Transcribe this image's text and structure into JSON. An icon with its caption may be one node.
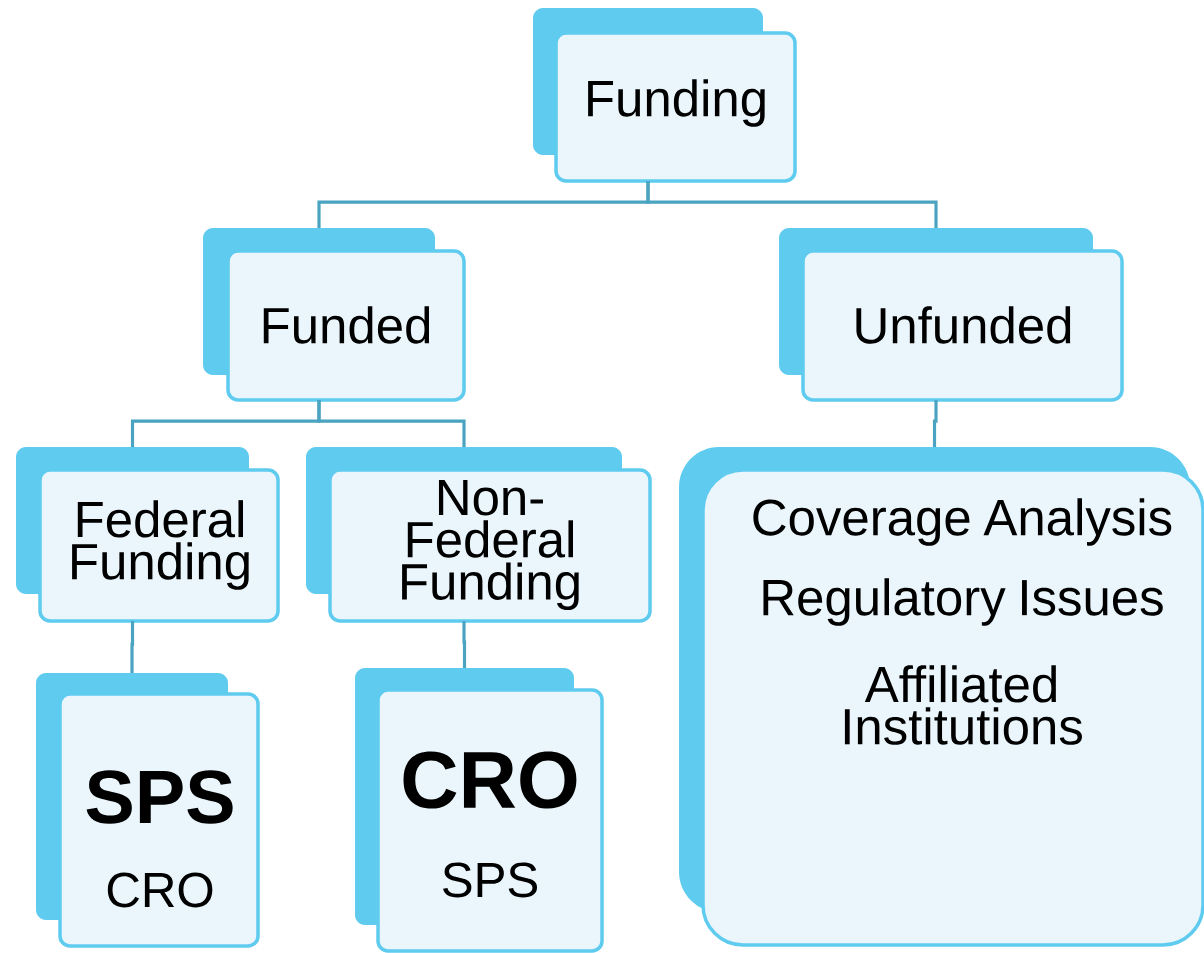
{
  "diagram": {
    "nodes": [
      {
        "text": [
          "Funding"
        ]
      },
      {
        "text": [
          "Funded"
        ]
      },
      {
        "text": [
          "Unfunded"
        ]
      },
      {
        "text": [
          "Federal Funding"
        ]
      },
      {
        "text": [
          "Non-Federal Funding"
        ]
      },
      {
        "text": [
          "SPS",
          "CRO"
        ]
      },
      {
        "text": [
          "CRO",
          "SPS"
        ]
      },
      {
        "text": [
          "Coverage Analysis",
          "Regulatory Issues",
          "Affiliated Institutions"
        ]
      }
    ],
    "edges": [
      {
        "from": 0,
        "to": 1,
        "arrow": "none"
      },
      {
        "from": 0,
        "to": 2,
        "arrow": "none"
      },
      {
        "from": 1,
        "to": 3,
        "arrow": "none"
      },
      {
        "from": 1,
        "to": 4,
        "arrow": "none"
      },
      {
        "from": 3,
        "to": 5,
        "arrow": "none"
      },
      {
        "from": 4,
        "to": 6,
        "arrow": "none"
      },
      {
        "from": 2,
        "to": 7,
        "arrow": "none"
      }
    ]
  }
}
